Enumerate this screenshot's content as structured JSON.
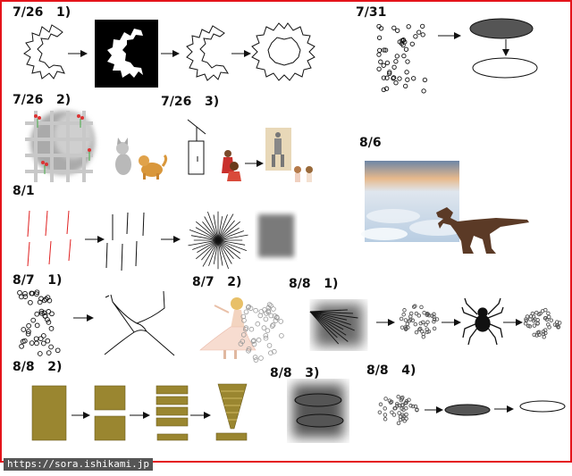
{
  "labels": {
    "l1": "7/26   1)",
    "l2": "7/26   2)",
    "l3": "7/26   3)",
    "l4": "7/31",
    "l5": "8/6",
    "l6": "8/1",
    "l7": "8/7   1)",
    "l8": "8/7   2)",
    "l9": "8/8   1)",
    "l10": "8/8   2)",
    "l11": "8/8   3)",
    "l12": "8/8   4)"
  },
  "footer": {
    "url": "https://sora.ishikami.jp"
  },
  "colors": {
    "frame": "#e4141b",
    "gold": "#9a8630",
    "dark_ellipse": "#555555",
    "red_lines": "#e02020"
  },
  "icons": [
    "crack-shape-icon",
    "ink-stamp-icon",
    "spider-icon",
    "dinosaur-icon",
    "cat-icon",
    "dog-icon",
    "signboard-icon",
    "girl-figure-icon",
    "robot-poster-icon",
    "dancer-icon"
  ]
}
